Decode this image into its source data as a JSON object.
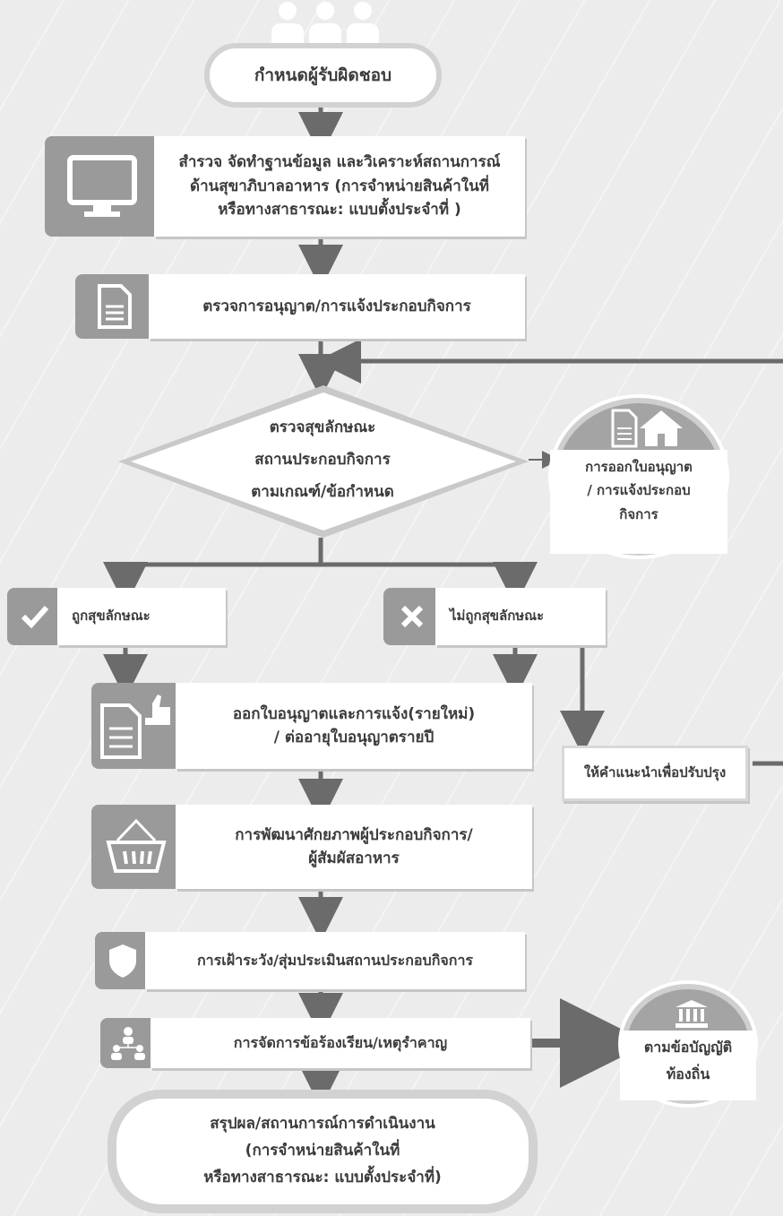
{
  "steps": {
    "responsible": "กำหนดผู้รับผิดชอบ",
    "survey": "สำรวจ จัดทำฐานข้อมูล และวิเคราะห์สถานการณ์\nด้านสุขาภิบาลอาหาร (การจำหน่ายสินค้าในที่\nหรือทางสาธารณะ: แบบตั้งประจำที่ )",
    "check_license": "ตรวจการอนุญาต/การแจ้งประกอบกิจการ",
    "inspect": "ตรวจสุขลักษณะ\nสถานประกอบกิจการ\nตามเกณฑ์/ข้อกำหนด",
    "license_circle": "การออกใบอนุญาต\n/ การแจ้งประกอบ\nกิจการ",
    "pass": "ถูกสุขลักษณะ",
    "fail": "ไม่ถูกสุขลักษณะ",
    "issue_license": "ออกใบอนุญาตและการแจ้ง(รายใหม่)\n/ ต่ออายุใบอนุญาตรายปี",
    "advise": "ให้คำแนะนำเพื่อปรับปรุง",
    "develop": "การพัฒนาศักยภาพผู้ประกอบกิจการ/\nผู้สัมผัสอาหาร",
    "surveillance": "การเฝ้าระวัง/สุ่มประเมินสถานประกอบกิจการ",
    "complaints": "การจัดการข้อร้องเรียน/เหตุรำคาญ",
    "local_law": "ตามข้อบัญญัติ\nท้องถิ่น",
    "summary": "สรุปผล/สถานการณ์การดำเนินงาน\n(การจำหน่ายสินค้าในที่\nหรือทางสาธารณะ: แบบตั้งประจำที่)"
  },
  "icons": [
    "people-icon",
    "monitor-icon",
    "document-icon",
    "document-house-icon",
    "checkmark-icon",
    "cross-icon",
    "document-thumbsup-icon",
    "basket-icon",
    "shield-icon",
    "network-people-icon",
    "government-building-icon"
  ],
  "colors": {
    "connector": "#6b6b6b",
    "tab": "#9a9a9a",
    "background": "#ececec"
  }
}
